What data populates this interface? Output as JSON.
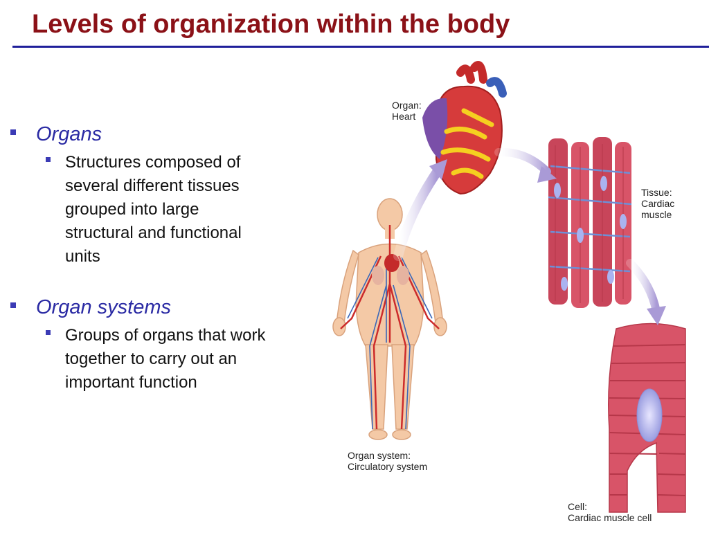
{
  "title": "Levels of organization within the body",
  "colors": {
    "title": "#8b1117",
    "rule": "#1f1f9a",
    "bullet_heading": "#2b2ba4",
    "bullet_square": "#3b3bb5",
    "muscle": "#c8455a",
    "body": "#f4c9a6"
  },
  "bullets": [
    {
      "heading": "Organs",
      "sub": [
        "Structures composed of",
        "several different tissues",
        "grouped into large",
        "structural and functional",
        "units"
      ]
    },
    {
      "heading": "Organ systems",
      "sub": [
        "Groups of organs that work",
        "together to carry out an",
        "important function"
      ]
    }
  ],
  "figure": {
    "labels": {
      "organ": [
        "Organ:",
        "Heart"
      ],
      "tissue": [
        "Tissue:",
        "Cardiac",
        "muscle"
      ],
      "system": [
        "Organ system:",
        "Circulatory system"
      ],
      "cell": [
        "Cell:",
        "Cardiac muscle cell"
      ]
    }
  }
}
